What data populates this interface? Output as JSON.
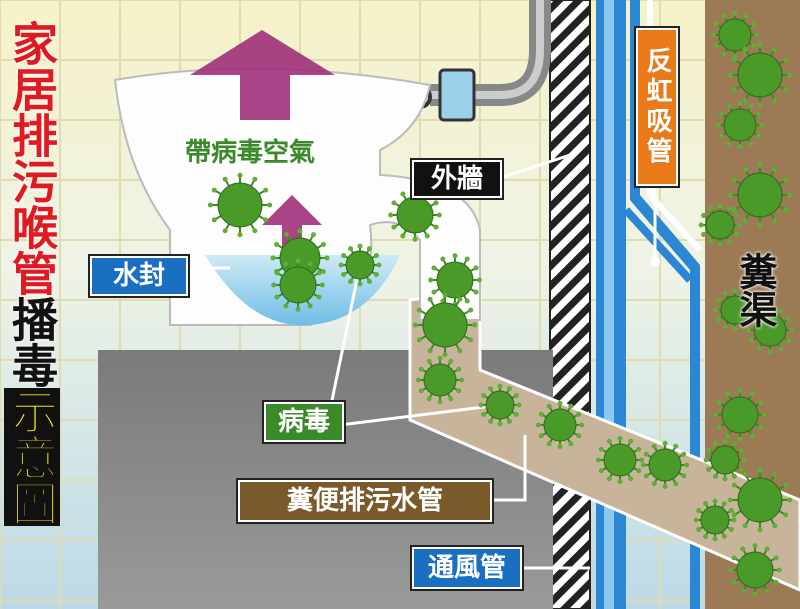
{
  "title": {
    "red_part": "家居排污喉管",
    "black_part": "播毒",
    "yellow_part": "示意圖"
  },
  "labels": {
    "virus_air": "帶病毒空氣",
    "outer_wall": "外牆",
    "anti_siphon_pipe": "反虹吸管",
    "water_seal": "水封",
    "sewer": "糞渠",
    "virus": "病毒",
    "sewage_pipe": "糞便排污水管",
    "vent_pipe": "通風管"
  },
  "colors": {
    "title_red": "#e01a22",
    "title_yellow": "#f6e61a",
    "virus_green": "#4a9a2a",
    "label_blue": "#1a6fc0",
    "label_orange": "#e87a1a",
    "label_brown": "#7a5a2a",
    "label_green": "#3a8a2a",
    "arrow_magenta": "#a0307a"
  }
}
